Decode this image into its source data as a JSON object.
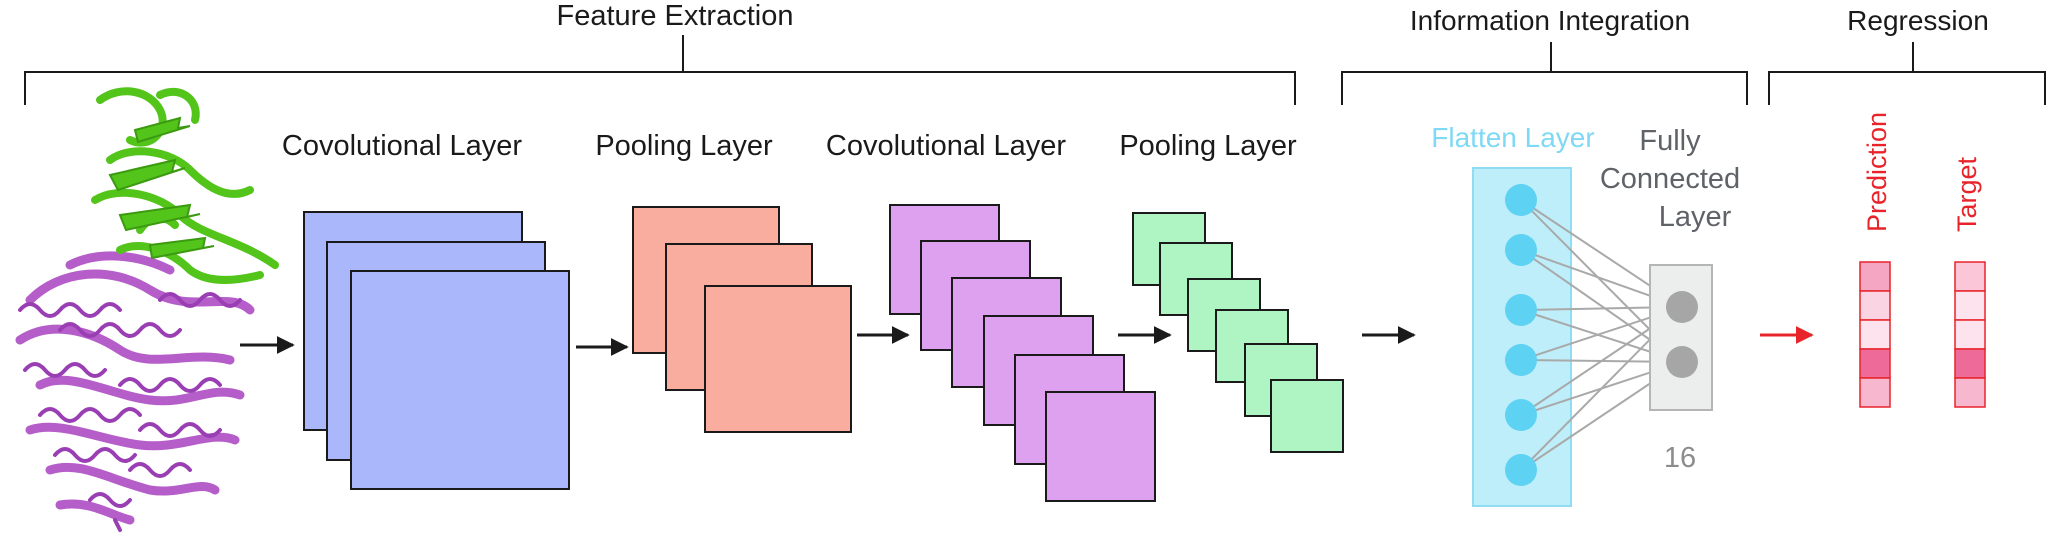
{
  "sections": {
    "feature_extraction": "Feature Extraction",
    "information_integration": "Information Integration",
    "regression": "Regression"
  },
  "layers": {
    "conv1": "Covolutional Layer",
    "pool1": "Pooling Layer",
    "conv2": "Covolutional Layer",
    "pool2": "Pooling Layer",
    "flatten": "Flatten Layer",
    "fc_line1": "Fully",
    "fc_line2": "Connected",
    "fc_line3": "Layer",
    "fc_size": "16"
  },
  "outputs": {
    "prediction": "Prediction",
    "target": "Target"
  },
  "colors": {
    "conv1": "#aab7fb",
    "pool1": "#f9ad9e",
    "conv2": "#dea1f0",
    "pool2": "#aef5c3",
    "flatten_fill": "#bdeefa",
    "flatten_node": "#5ed2f3",
    "flatten_label": "#7fd9f5",
    "fc_fill": "#eceeee",
    "fc_node": "#a6a6a6",
    "fc_label": "#5f6368",
    "output_label": "#e8242a",
    "protein_green": "#52c41a",
    "protein_purple": "#b55ec9"
  },
  "prediction_cells": [
    "#f4a6c2",
    "#fad4e2",
    "#fde3ed",
    "#ee6a98",
    "#f7b8cf"
  ],
  "target_cells": [
    "#fbc6d8",
    "#fde3ed",
    "#fde3ed",
    "#ee6a98",
    "#f7b8cf"
  ]
}
